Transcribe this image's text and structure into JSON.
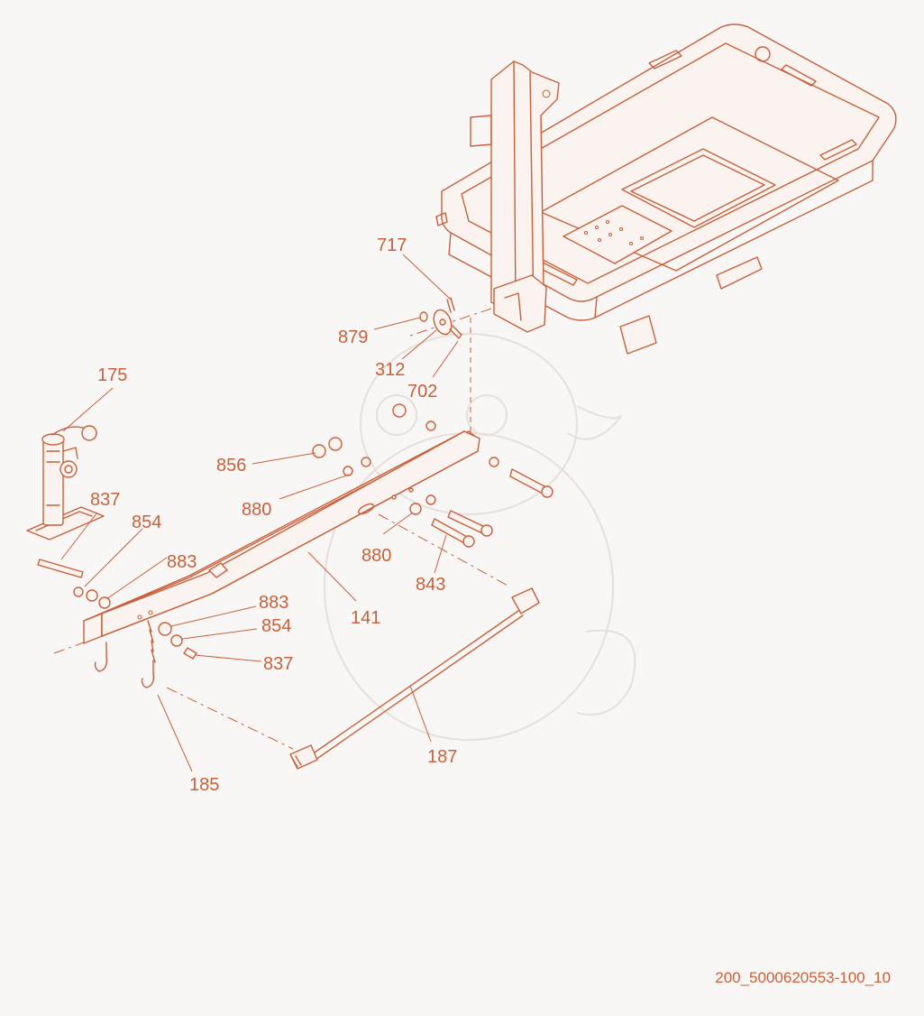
{
  "diagram": {
    "drawing_id": "200_5000620553-100_10",
    "colors": {
      "line": "#c8603a",
      "background": "#f9f7f6"
    },
    "part_labels": {
      "p717": "717",
      "p879": "879",
      "p312": "312",
      "p702": "702",
      "p175": "175",
      "p856": "856",
      "p880a": "880",
      "p837a": "837",
      "p854a": "854",
      "p883a": "883",
      "p880b": "880",
      "p843": "843",
      "p883b": "883",
      "p854b": "854",
      "p141": "141",
      "p837b": "837",
      "p187": "187",
      "p185": "185"
    }
  }
}
